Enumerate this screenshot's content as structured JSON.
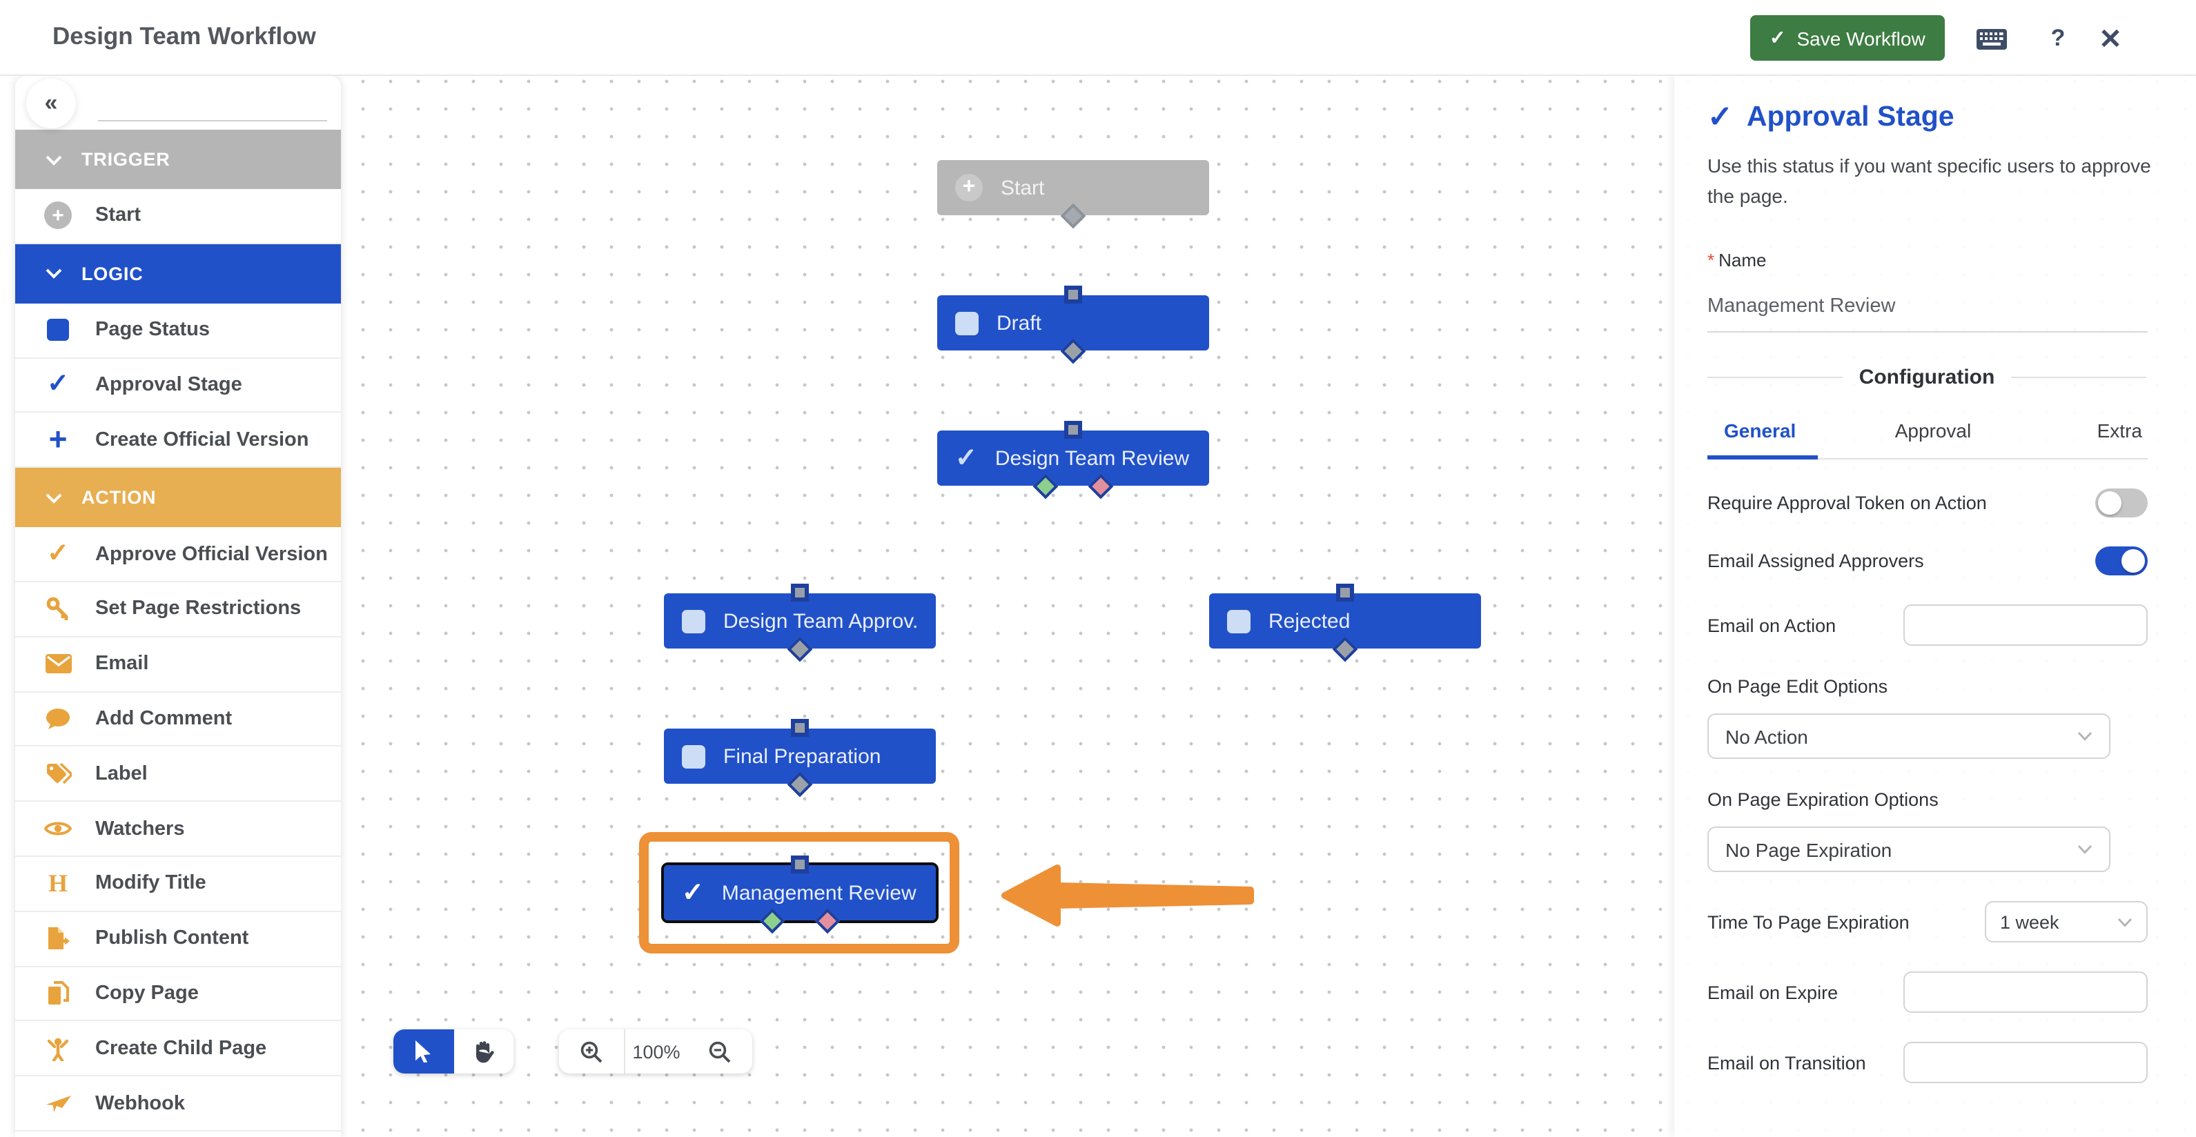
{
  "header": {
    "title": "Design Team Workflow",
    "save_label": "Save Workflow",
    "save_check": "✓"
  },
  "sidebar": {
    "collapse_glyph": "«",
    "sections": [
      {
        "label": "TRIGGER",
        "color": "#b5b5b5",
        "items": [
          {
            "label": "Start",
            "icon": "plus-circle"
          }
        ]
      },
      {
        "label": "LOGIC",
        "color": "#2151c9",
        "items": [
          {
            "label": "Page Status",
            "icon": "blue-square"
          },
          {
            "label": "Approval Stage",
            "icon": "blue-check"
          },
          {
            "label": "Create Official Version",
            "icon": "blue-plus"
          }
        ]
      },
      {
        "label": "ACTION",
        "color": "#e8ae52",
        "items": [
          {
            "label": "Approve Official Version",
            "icon": "orange-check"
          },
          {
            "label": "Set Page Restrictions",
            "icon": "key"
          },
          {
            "label": "Email",
            "icon": "envelope"
          },
          {
            "label": "Add Comment",
            "icon": "comment"
          },
          {
            "label": "Label",
            "icon": "tags"
          },
          {
            "label": "Watchers",
            "icon": "eye"
          },
          {
            "label": "Modify Title",
            "icon": "heading"
          },
          {
            "label": "Publish Content",
            "icon": "publish"
          },
          {
            "label": "Copy Page",
            "icon": "copy"
          },
          {
            "label": "Create Child Page",
            "icon": "child"
          },
          {
            "label": "Webhook",
            "icon": "webhook"
          }
        ]
      }
    ]
  },
  "canvas": {
    "nodes": [
      {
        "label": "Start",
        "type": "start"
      },
      {
        "label": "Draft",
        "type": "status"
      },
      {
        "label": "Design Team Review",
        "type": "approval"
      },
      {
        "label": "Design Team Approv.",
        "type": "status"
      },
      {
        "label": "Rejected",
        "type": "status"
      },
      {
        "label": "Final Preparation",
        "type": "status"
      },
      {
        "label": "Management Review",
        "type": "approval-selected"
      }
    ],
    "highlight_color": "#ee9036"
  },
  "toolbar": {
    "zoom_level": "100%"
  },
  "panel": {
    "title": "Approval Stage",
    "title_check": "✓",
    "description": "Use this status if you want specific users to approve the page.",
    "required_mark": "*",
    "name_label": "Name",
    "name_value": "Management Review",
    "section_title": "Configuration",
    "tabs": [
      {
        "label": "General",
        "active": true
      },
      {
        "label": "Approval",
        "active": false
      },
      {
        "label": "Extra",
        "active": false
      }
    ],
    "require_token_label": "Require Approval Token on Action",
    "require_token_on": false,
    "email_assigned_label": "Email Assigned Approvers",
    "email_assigned_on": true,
    "email_on_action_label": "Email on Action",
    "email_on_action_value": "",
    "on_page_edit_label": "On Page Edit Options",
    "on_page_edit_value": "No Action",
    "on_page_expiration_label": "On Page Expiration Options",
    "on_page_expiration_value": "No Page Expiration",
    "time_to_expiration_label": "Time To Page Expiration",
    "time_to_expiration_value": "1 week",
    "email_on_expire_label": "Email on Expire",
    "email_on_expire_value": "",
    "email_on_transition_label": "Email on Transition",
    "email_on_transition_value": ""
  },
  "colors": {
    "accent_blue": "#2151c9",
    "action_orange": "#e8ae52",
    "trigger_gray": "#b5b5b5",
    "save_green": "#3d7c42",
    "highlight_orange": "#ee9036"
  }
}
